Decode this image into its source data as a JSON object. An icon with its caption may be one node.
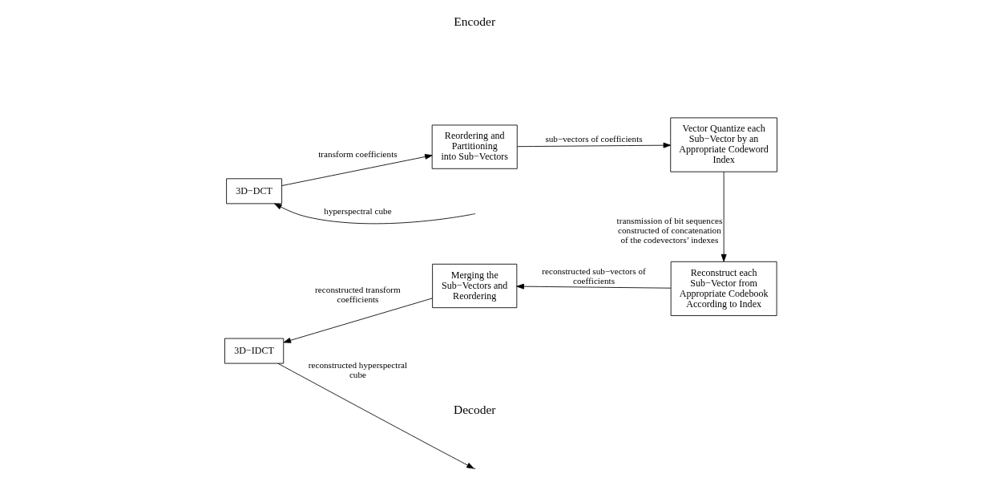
{
  "diagram": {
    "nodes": [
      {
        "text": [
          "3D−DCT"
        ]
      },
      {
        "text": [
          "Reordering and Partitioning into Sub−Vectors"
        ]
      },
      {
        "text": [
          "Vector Quantize each Sub−Vector by an Appropriate Codeword Index"
        ]
      },
      {
        "text": [
          "Reconstruct each Sub−Vector from Appropriate Codebook According to Index"
        ]
      },
      {
        "text": [
          "Merging the Sub−Vectors and Reordering"
        ]
      },
      {
        "text": [
          "3D−IDCT"
        ]
      }
    ],
    "edges": [
      {
        "from": null,
        "to": 0,
        "arrow": "to",
        "label": "hyperspectral cube"
      },
      {
        "from": 0,
        "to": 1,
        "arrow": "to",
        "label": "transform coefficients"
      },
      {
        "from": 1,
        "to": 2,
        "arrow": "to",
        "label": "sub−vectors of coefficients"
      },
      {
        "from": 2,
        "to": 3,
        "arrow": "to",
        "label": "transmission of bit sequences constructed of concatenation of the codevectors’ indexes"
      },
      {
        "from": 3,
        "to": 4,
        "arrow": "to",
        "label": "reconstructed sub−vectors of coefficients"
      },
      {
        "from": 4,
        "to": 5,
        "arrow": "to",
        "label": "reconstructed transform coefficients"
      },
      {
        "from": 5,
        "to": null,
        "arrow": "to",
        "label": "reconstructed hyperspectral cube"
      }
    ],
    "labels": [
      "Encoder",
      "Decoder"
    ]
  }
}
